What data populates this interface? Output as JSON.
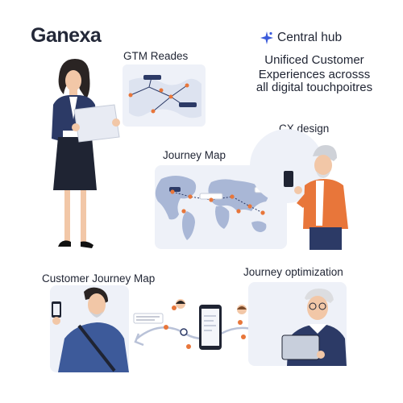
{
  "brand": "Ganexa",
  "hub": {
    "title": "Central hub",
    "line1": "Unificed Customer",
    "line2": "Experiences acrosss",
    "line3": "all digital touchpoitres"
  },
  "labels": {
    "gtm": "GTM Reades",
    "journey_map": "Journey Map",
    "cx_design": "CX design",
    "customer_journey_map": "Customer Journey Map",
    "journey_optimization": "Journey optimization"
  },
  "icons": [
    "sparkle-icon",
    "person-woman-icon",
    "person-man-icon",
    "phone-icon",
    "tablet-icon",
    "location-pin-icon",
    "world-map-icon"
  ],
  "colors": {
    "accent": "#e8763a",
    "navy": "#2c3a66",
    "card": "#eef1f8",
    "map": "#a9b7d6"
  }
}
